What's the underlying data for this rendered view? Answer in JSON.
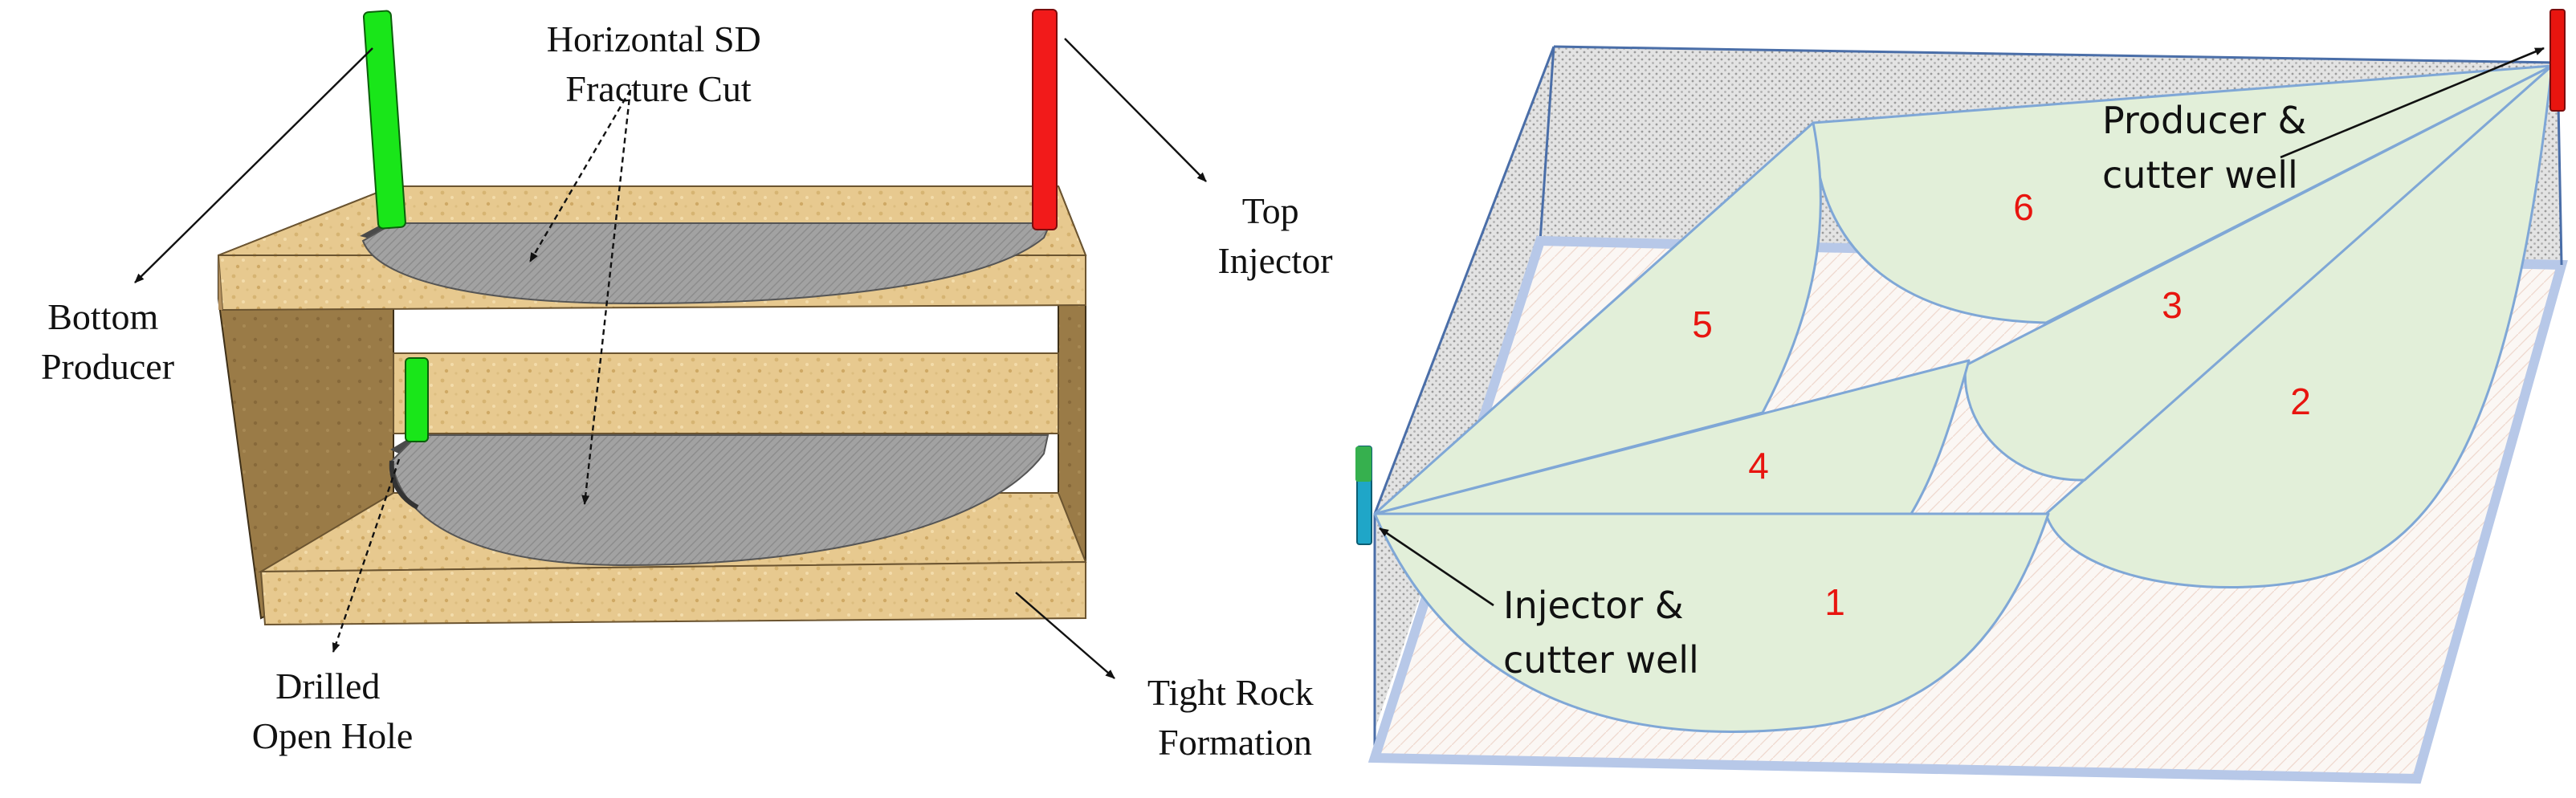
{
  "left_diagram": {
    "labels": {
      "fracture_cut": [
        "Horizontal SD",
        "Fracture Cut"
      ],
      "top_injector": [
        "Top",
        "Injector"
      ],
      "bottom_producer": [
        "Bottom",
        "Producer"
      ],
      "drilled_open_hole": [
        "Drilled",
        "Open Hole"
      ],
      "tight_rock": [
        "Tight Rock",
        "Formation"
      ]
    },
    "colors": {
      "rock": "#e7c98f",
      "rock_edge": "#6b5430",
      "fracture": "#9c9c9c",
      "producer_well": "#19e619",
      "injector_well": "#f21a1a"
    }
  },
  "right_diagram": {
    "labels": {
      "producer_cutter": [
        "Producer &",
        "cutter well"
      ],
      "injector_cutter": [
        "Injector &",
        "cutter well"
      ]
    },
    "zones": [
      "1",
      "2",
      "3",
      "4",
      "5",
      "6"
    ],
    "colors": {
      "zone_fill": "#e2efd9",
      "zone_edge": "#7fa7d6",
      "frame": "#4a6ea8",
      "zone_number": "#e8150f",
      "injector_well": "#1fa6c8",
      "producer_well": "#e8150f"
    }
  }
}
